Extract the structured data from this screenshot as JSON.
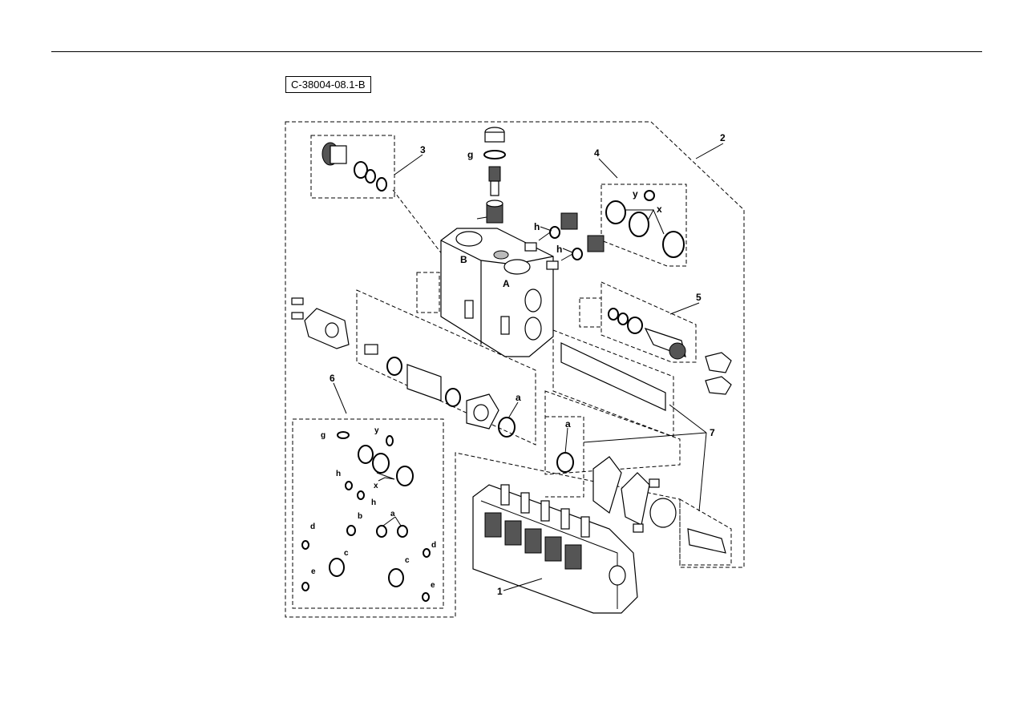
{
  "figure_ref": "C-38004-08.1-B",
  "callouts": {
    "c1": "1",
    "c2": "2",
    "c3": "3",
    "c4": "4",
    "c5": "5",
    "c6": "6",
    "c7": "7"
  },
  "letters": {
    "g": "g",
    "h": "h",
    "x": "x",
    "y": "y",
    "a": "a",
    "b": "b",
    "c": "c",
    "d": "d",
    "e": "e"
  },
  "port_marks": {
    "a": "A",
    "b": "B"
  }
}
